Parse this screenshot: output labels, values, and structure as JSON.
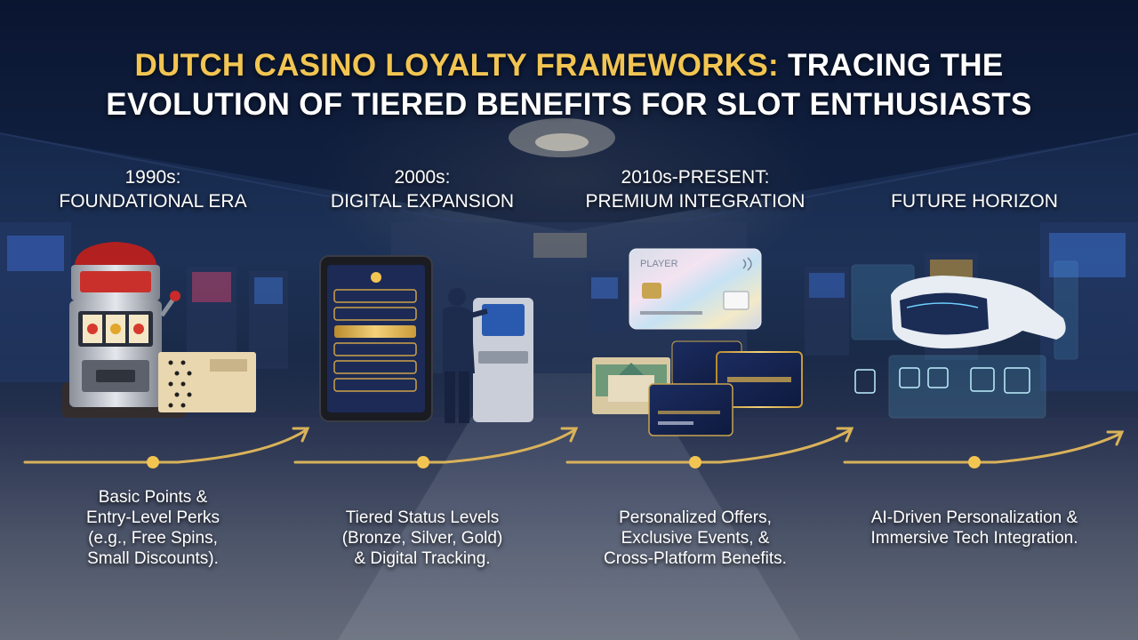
{
  "title": {
    "part1": "DUTCH CASINO LOYALTY FRAMEWORKS:",
    "part2": "TRACING THE",
    "line2": "EVOLUTION OF TIERED BENEFITS FOR SLOT ENTHUSIASTS"
  },
  "eras": [
    {
      "heading": [
        "1990s:",
        "FOUNDATIONAL ERA"
      ],
      "description": [
        "Basic Points &",
        "Entry-Level Perks",
        "(e.g., Free Spins,",
        "Small Discounts)."
      ]
    },
    {
      "heading": [
        "2000s:",
        "DIGITAL EXPANSION"
      ],
      "description": [
        "Tiered Status Levels",
        "(Bronze, Silver, Gold)",
        "& Digital Tracking."
      ]
    },
    {
      "heading": [
        "2010s-PRESENT:",
        "PREMIUM INTEGRATION"
      ],
      "description": [
        "Personalized Offers,",
        "Exclusive Events, &",
        "Cross-Platform Benefits."
      ]
    },
    {
      "heading": [
        "FUTURE HORIZON"
      ],
      "description": [
        "AI-Driven Personalization &",
        "Immersive Tech Integration."
      ]
    }
  ],
  "card_text": {
    "brand": "PLAYER"
  },
  "colors": {
    "gold": "#f2c552",
    "arrow": "#d9b25a",
    "text": "#ffffff"
  }
}
